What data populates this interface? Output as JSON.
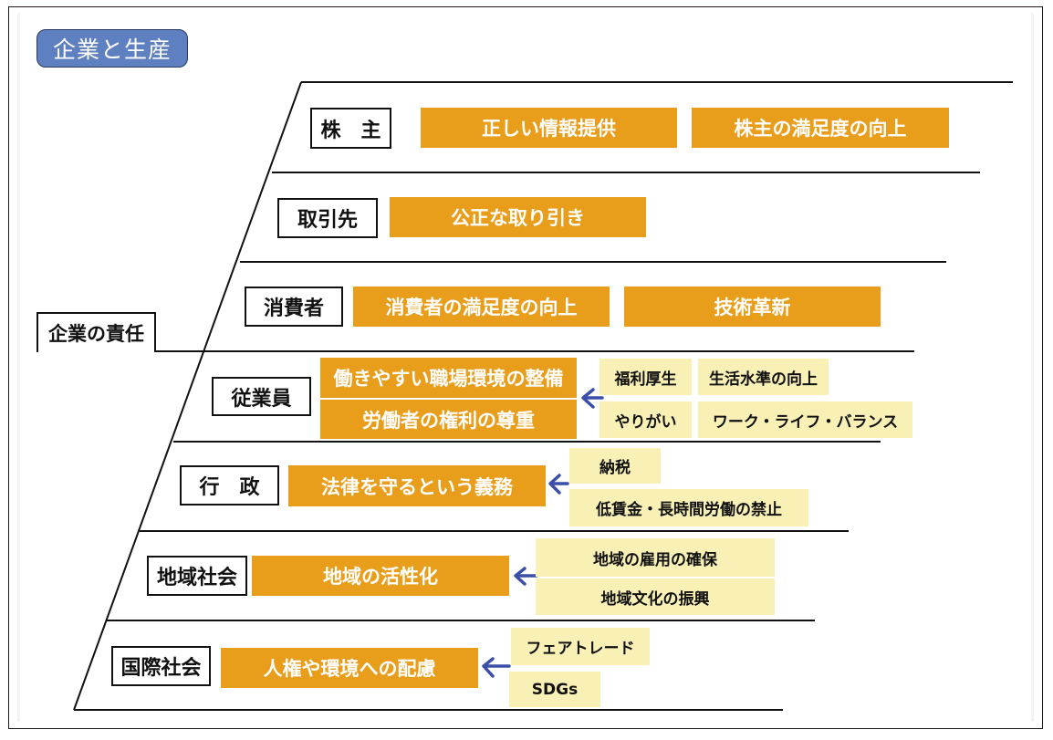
{
  "title": "企業と生産",
  "responsibility_label": "企業の責任",
  "colors": {
    "badge": "#5e7fc0",
    "responsibility": "#e99e1b",
    "detail": "#f8f0b4",
    "arrow": "#3b4fa8"
  },
  "stakeholders": [
    {
      "label": "株　主",
      "responsibilities": [
        "正しい情報提供",
        "株主の満足度の向上"
      ],
      "details": []
    },
    {
      "label": "取引先",
      "responsibilities": [
        "公正な取り引き"
      ],
      "details": []
    },
    {
      "label": "消費者",
      "responsibilities": [
        "消費者の満足度の向上",
        "技術革新"
      ],
      "details": []
    },
    {
      "label": "従業員",
      "responsibilities": [
        "働きやすい職場環境の整備",
        "労働者の権利の尊重"
      ],
      "details": [
        "福利厚生",
        "生活水準の向上",
        "やりがい",
        "ワーク・ライフ・バランス"
      ]
    },
    {
      "label": "行　政",
      "responsibilities": [
        "法律を守るという義務"
      ],
      "details": [
        "納税",
        "低賃金・長時間労働の禁止"
      ]
    },
    {
      "label": "地域社会",
      "responsibilities": [
        "地域の活性化"
      ],
      "details": [
        "地域の雇用の確保",
        "地域文化の振興"
      ]
    },
    {
      "label": "国際社会",
      "responsibilities": [
        "人権や環境への配慮"
      ],
      "details": [
        "フェアトレード",
        "SDGs"
      ]
    }
  ]
}
